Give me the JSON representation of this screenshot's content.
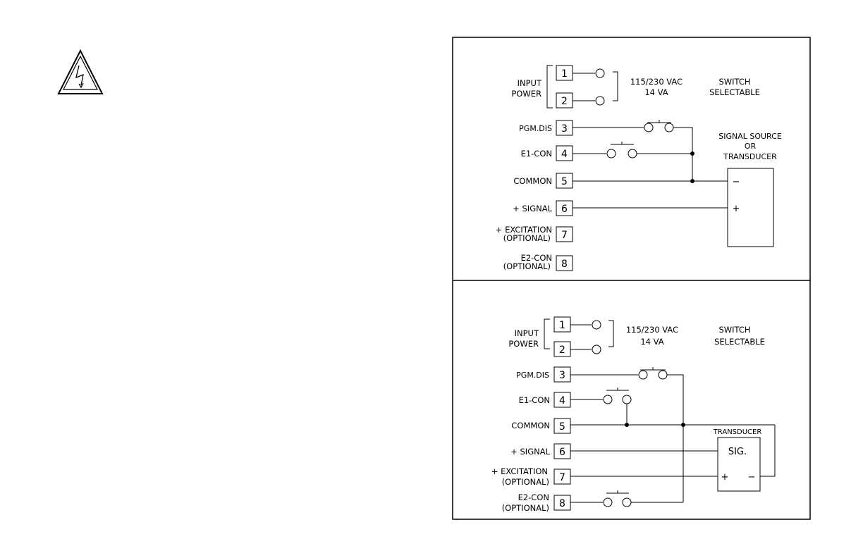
{
  "diagram_top": {
    "terminals": [
      {
        "num": "1",
        "label": ""
      },
      {
        "num": "2",
        "label": ""
      },
      {
        "num": "3",
        "label": "PGM.DIS"
      },
      {
        "num": "4",
        "label": "E1-CON"
      },
      {
        "num": "5",
        "label": "COMMON"
      },
      {
        "num": "6",
        "label": "+ SIGNAL"
      },
      {
        "num": "7",
        "label": "+ EXCITATION",
        "sublabel": "(OPTIONAL)"
      },
      {
        "num": "8",
        "label": "E2-CON",
        "sublabel": "(OPTIONAL)"
      }
    ],
    "input_power": {
      "line1": "INPUT",
      "line2": "POWER"
    },
    "power_spec": {
      "line1": "115/230 VAC",
      "line2": "14 VA"
    },
    "switch_note": {
      "line1": "SWITCH",
      "line2": "SELECTABLE"
    },
    "source_label": {
      "line1": "SIGNAL SOURCE",
      "line2": "OR",
      "line3": "TRANSDUCER"
    },
    "source_minus": "−",
    "source_plus": "+"
  },
  "diagram_bottom": {
    "terminals": [
      {
        "num": "1",
        "label": ""
      },
      {
        "num": "2",
        "label": ""
      },
      {
        "num": "3",
        "label": "PGM.DIS"
      },
      {
        "num": "4",
        "label": "E1-CON"
      },
      {
        "num": "5",
        "label": "COMMON"
      },
      {
        "num": "6",
        "label": "+ SIGNAL"
      },
      {
        "num": "7",
        "label": "+ EXCITATION",
        "sublabel": "(OPTIONAL)"
      },
      {
        "num": "8",
        "label": "E2-CON",
        "sublabel": "(OPTIONAL)"
      }
    ],
    "input_power": {
      "line1": "INPUT",
      "line2": "POWER"
    },
    "power_spec": {
      "line1": "115/230 VAC",
      "line2": "14 VA"
    },
    "switch_note": {
      "line1": "SWITCH",
      "line2": "SELECTABLE"
    },
    "transducer_label": "TRANSDUCER",
    "sig_label": "SIG.",
    "plus": "+",
    "minus": "−"
  }
}
